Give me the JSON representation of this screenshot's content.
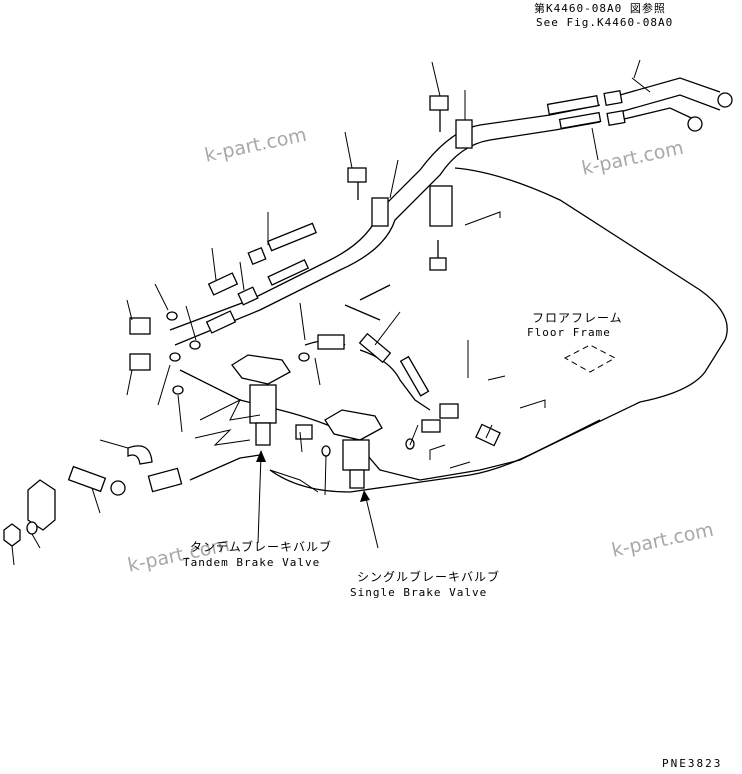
{
  "references": {
    "ref_jp": "第K4460-08A0 図参照",
    "ref_en": "See Fig.K4460-08A0"
  },
  "labels": {
    "floor_frame_jp": "フロアフレーム",
    "floor_frame_en": "Floor Frame",
    "tandem_jp": "タンデムブレーキバルブ",
    "tandem_en": "Tandem Brake Valve",
    "single_jp": "シングルブレーキバルブ",
    "single_en": "Single Brake Valve",
    "drawing_code": "PNE3823"
  },
  "watermarks": [
    "k-part.com",
    "k-part.com",
    "k-part.com",
    "k-part.com"
  ],
  "colors": {
    "line": "#000000",
    "watermark": "#a8a8a8",
    "background": "#ffffff"
  }
}
